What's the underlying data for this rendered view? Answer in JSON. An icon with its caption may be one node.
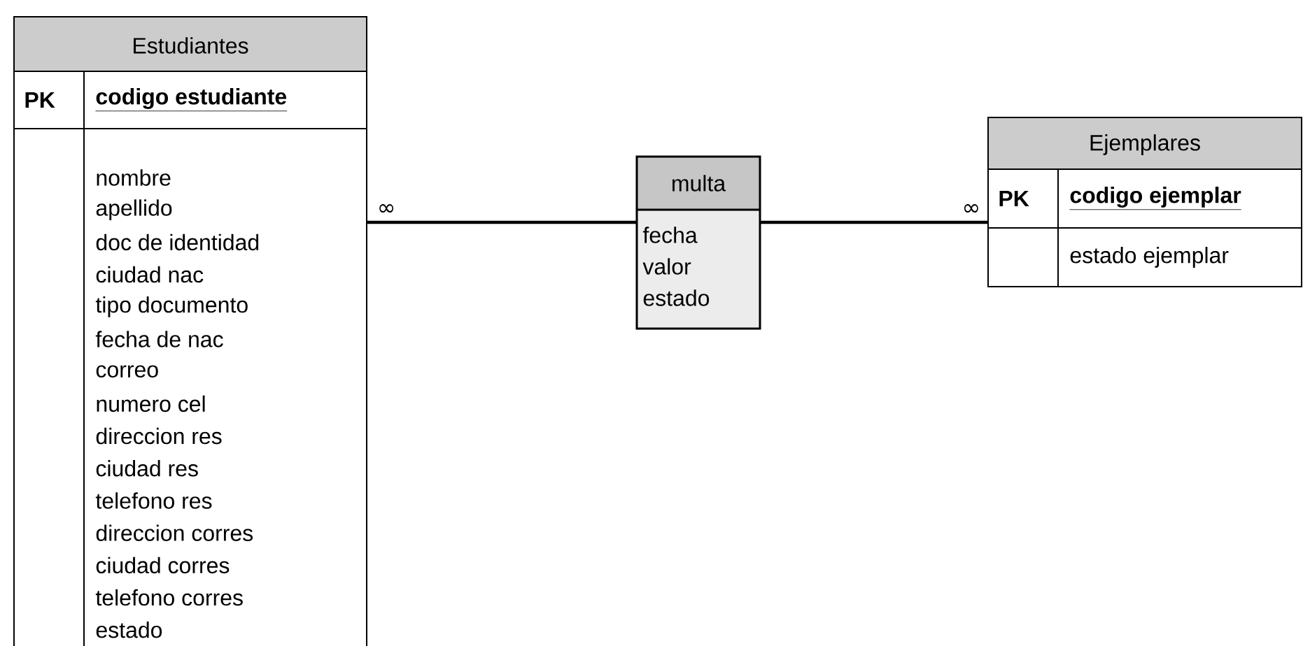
{
  "diagram": {
    "nodes": [
      {
        "text": [
          "Estudiantes",
          "PK",
          "codigo estudiante",
          "nombre",
          "apellido",
          "doc de identidad",
          "ciudad nac",
          "tipo documento",
          "fecha de nac",
          "correo",
          "numero cel",
          "direccion res",
          "ciudad res",
          "telefono res",
          "direccion corres",
          "ciudad corres",
          "telefono corres",
          "estado"
        ]
      },
      {
        "text": [
          "multa",
          "fecha",
          "valor",
          "estado"
        ]
      },
      {
        "text": [
          "Ejemplares",
          "PK",
          "codigo ejemplar",
          "estado ejemplar"
        ]
      }
    ],
    "edges": [
      {
        "from": 0,
        "to": 1,
        "arrow": "none",
        "label": "∞"
      },
      {
        "from": 2,
        "to": 1,
        "arrow": "none",
        "label": "∞"
      }
    ]
  }
}
